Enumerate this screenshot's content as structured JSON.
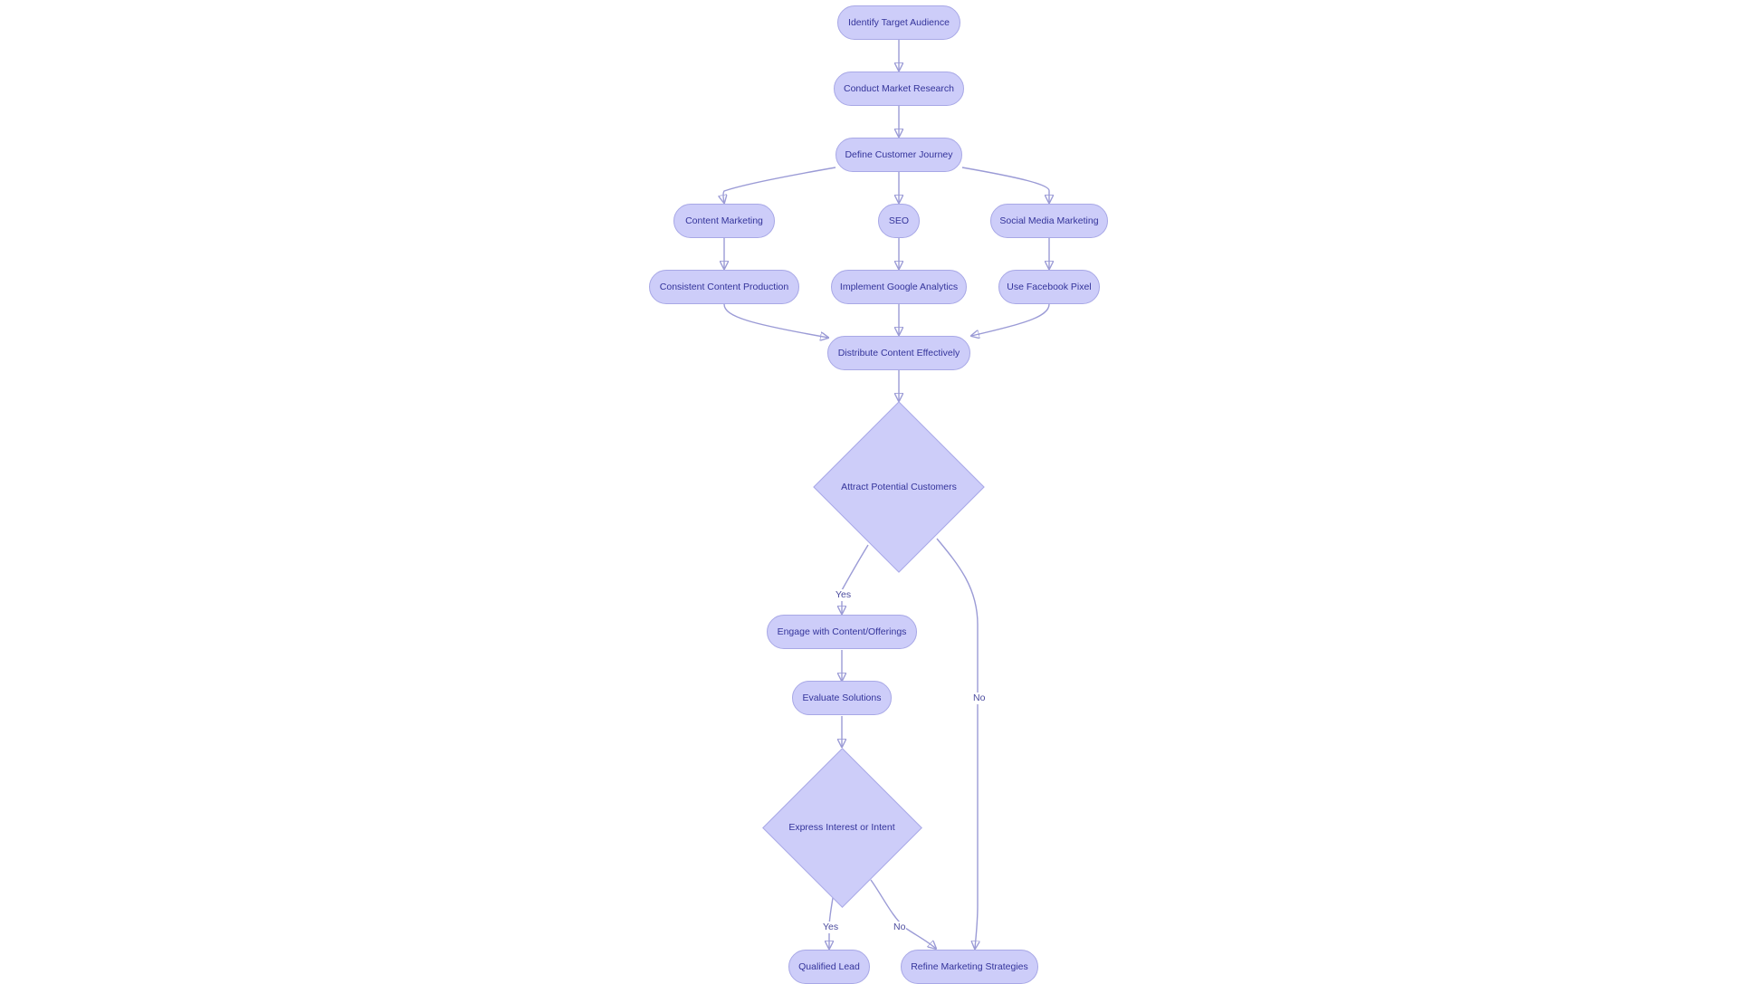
{
  "diagram": {
    "colors": {
      "node_fill": "#cdcdf9",
      "node_border": "#a8a8e6",
      "node_text": "#33339a",
      "edge": "#9b9bd6"
    },
    "nodes": {
      "identify": "Identify Target Audience",
      "research": "Conduct Market Research",
      "journey": "Define Customer Journey",
      "content_marketing": "Content Marketing",
      "seo": "SEO",
      "social": "Social Media Marketing",
      "consistent": "Consistent Content Production",
      "google": "Implement Google Analytics",
      "pixel": "Use Facebook Pixel",
      "distribute": "Distribute Content Effectively",
      "attract": "Attract Potential Customers",
      "engage": "Engage with Content/Offerings",
      "evaluate": "Evaluate Solutions",
      "express": "Express Interest or Intent",
      "qualified": "Qualified Lead",
      "refine": "Refine Marketing Strategies"
    },
    "edge_labels": {
      "attract_yes": "Yes",
      "attract_no": "No",
      "express_yes": "Yes",
      "express_no": "No"
    }
  }
}
